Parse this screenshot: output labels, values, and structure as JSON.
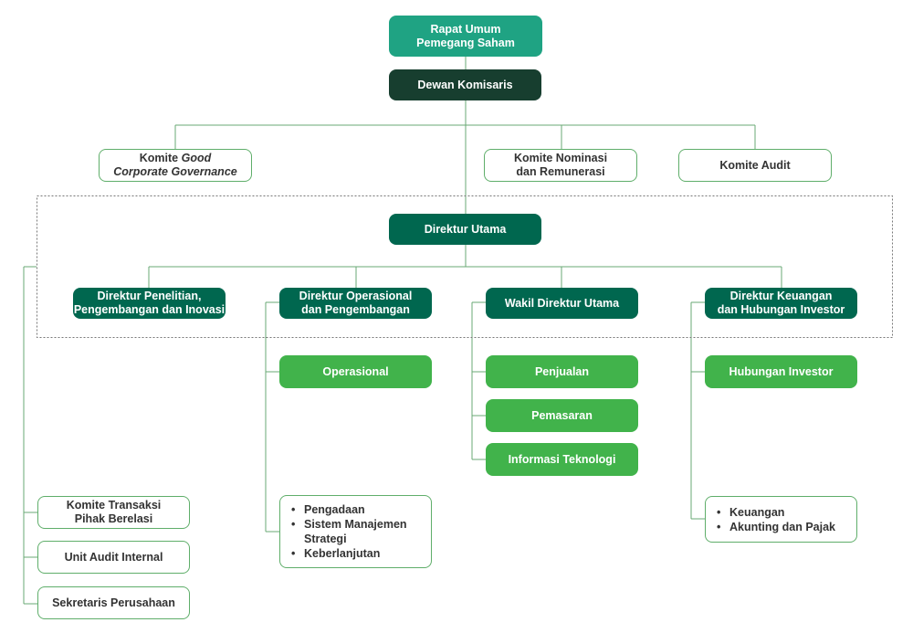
{
  "colors": {
    "teal": "#1fa383",
    "dark": "#173e2f",
    "dark_green": "#00674f",
    "light_green": "#41b34b",
    "line": "#6aa874"
  },
  "rups": {
    "line1": "Rapat Umum",
    "line2": "Pemegang Saham"
  },
  "dewan_komisaris": "Dewan Komisaris",
  "komite_gcg": {
    "prefix": "Komite ",
    "italic1": "Good",
    "italic2": "Corporate Governance"
  },
  "komite_nominasi": {
    "line1": "Komite Nominasi",
    "line2": "dan Remunerasi"
  },
  "komite_audit": "Komite Audit",
  "direktur_utama": "Direktur Utama",
  "direktur_penelitian": {
    "line1": "Direktur Penelitian,",
    "line2": "Pengembangan dan Inovasi"
  },
  "direktur_operasional": {
    "line1": "Direktur Operasional",
    "line2": "dan Pengembangan"
  },
  "wakil_direktur": "Wakil Direktur Utama",
  "direktur_keuangan": {
    "line1": "Direktur Keuangan",
    "line2": "dan Hubungan Investor"
  },
  "operasional": "Operasional",
  "penjualan": "Penjualan",
  "pemasaran": "Pemasaran",
  "informasi_teknologi": "Informasi Teknologi",
  "hubungan_investor": "Hubungan Investor",
  "operasional_units": [
    "Pengadaan",
    "Sistem Manajemen",
    "Strategi",
    "Keberlanjutan"
  ],
  "keuangan_units": [
    "Keuangan",
    "Akunting dan Pajak"
  ],
  "komite_transaksi": {
    "line1": "Komite Transaksi",
    "line2": "Pihak Berelasi"
  },
  "unit_audit": "Unit Audit Internal",
  "sekretaris": "Sekretaris Perusahaan"
}
